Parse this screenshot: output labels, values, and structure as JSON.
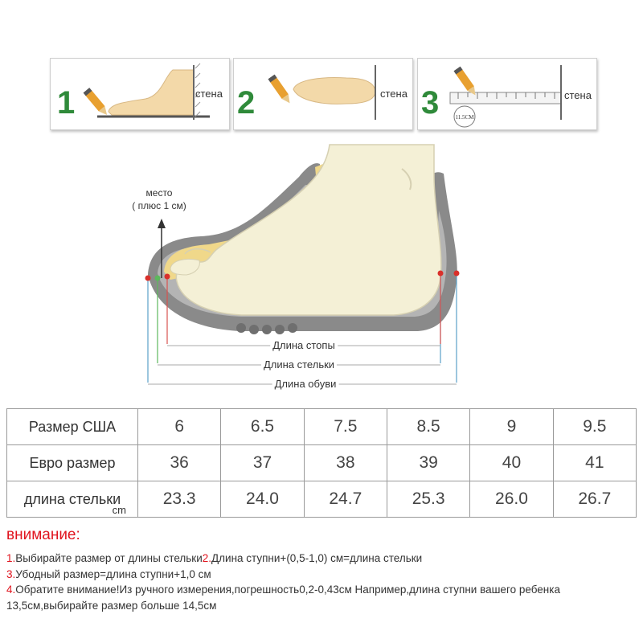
{
  "steps": [
    {
      "number": "1",
      "wall_label": "стена"
    },
    {
      "number": "2",
      "wall_label": "стена"
    },
    {
      "number": "3",
      "wall_label": "стена",
      "ruler_label": "11.5CM"
    }
  ],
  "diagram": {
    "place_label_line1": "место",
    "place_label_line2": "( плюс 1 см)",
    "foot_length": "Длина стопы",
    "insole_length": "Длина стельки",
    "shoe_length": "Длина обуви"
  },
  "size_table": {
    "rows": [
      {
        "header": "Размер США",
        "unit": "",
        "values": [
          "6",
          "6.5",
          "7.5",
          "8.5",
          "9",
          "9.5"
        ]
      },
      {
        "header": "Евро размер",
        "unit": "",
        "values": [
          "36",
          "37",
          "38",
          "39",
          "40",
          "41"
        ]
      },
      {
        "header": "длина стельки",
        "unit": "cm",
        "values": [
          "23.3",
          "24.0",
          "24.7",
          "25.3",
          "26.0",
          "26.7"
        ]
      }
    ]
  },
  "notice": {
    "title": "внимание:",
    "line1_num1": "1.",
    "line1_text1": "Выбирайте размер от длины стельки",
    "line1_num2": "2.",
    "line1_text2": "Длина ступни+(0,5-1,0) см=длина стельки",
    "line2_num": "3.",
    "line2_text": "Убодный размер=длина ступни+1,0 см",
    "line3_num": "4.",
    "line3_text": "Обратите внимание!Из ручного измерения,погрешность0,2-0,43см Например,длина ступни вашего ребенка 13,5см,выбирайте размер больше 14,5см"
  },
  "colors": {
    "notice_red": "#e0141e",
    "step_green": "#2f8a3a",
    "foot_fill": "#f4f0d6",
    "shoe_gray": "#8a8a8a",
    "insole_yellow": "#f0d88a"
  }
}
